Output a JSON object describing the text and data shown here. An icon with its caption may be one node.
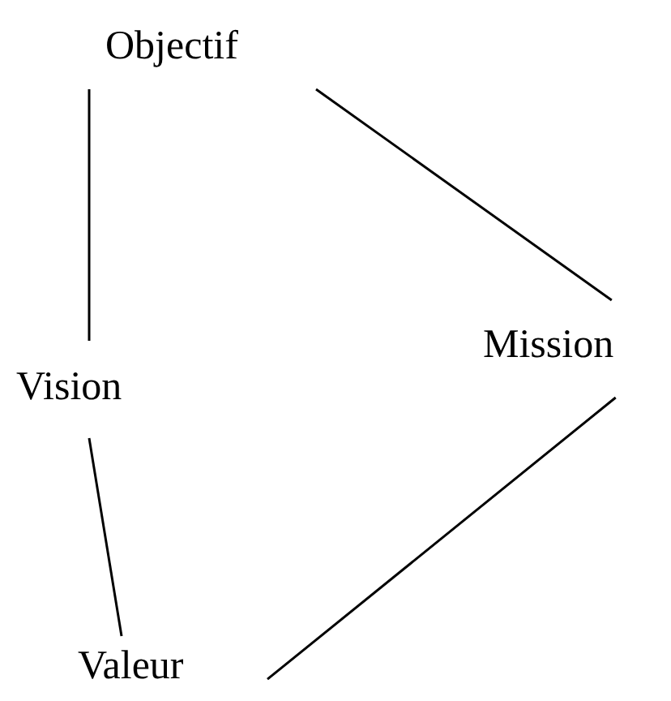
{
  "diagram": {
    "nodes": [
      {
        "text": [
          "Objectif"
        ]
      },
      {
        "text": [
          "Vision"
        ]
      },
      {
        "text": [
          "Mission"
        ]
      },
      {
        "text": [
          "Valeur"
        ]
      }
    ],
    "edges": [
      {
        "from": 0,
        "to": 1,
        "arrow": "none"
      },
      {
        "from": 0,
        "to": 2,
        "arrow": "none"
      },
      {
        "from": 1,
        "to": 3,
        "arrow": "none"
      },
      {
        "from": 2,
        "to": 3,
        "arrow": "none"
      }
    ]
  }
}
